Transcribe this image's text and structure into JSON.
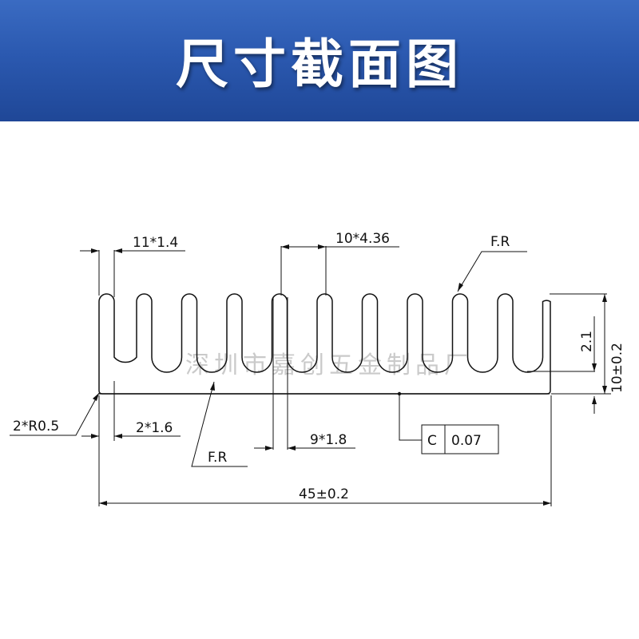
{
  "header": {
    "title": "尺寸截面图",
    "background_color": "#2b59b0",
    "text_color": "#ffffff"
  },
  "watermark": "深圳市嘉创五金制品厂",
  "dimensions": {
    "fin_pitch": "11*1.4",
    "fin_width": "10*4.36",
    "fillet_top": "F.R",
    "fin_depth": "2.1",
    "total_height": "10±0.2",
    "corner_radius": "2*R0.5",
    "base_thickness": "2*1.6",
    "fillet_bottom": "F.R",
    "gap_width": "9*1.8",
    "flatness_symbol": "C",
    "flatness_value": "0.07",
    "total_width": "45±0.2"
  }
}
